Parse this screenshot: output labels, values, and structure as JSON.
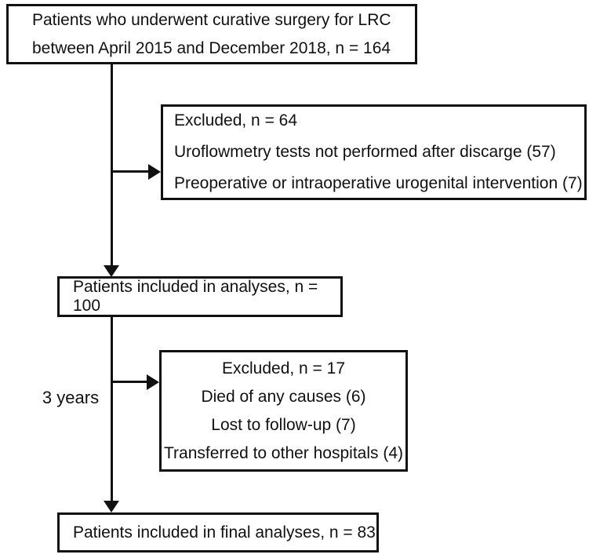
{
  "figure": {
    "background": "#ffffff",
    "line_color": "#111111",
    "boxes": {
      "enrolled": {
        "line1": "Patients who underwent curative surgery for LRC",
        "line2": "between April 2015 and December 2018, n = 164",
        "n": 164
      },
      "excluded1": {
        "title": "Excluded, n = 64",
        "item1": "Uroflowmetry tests not performed after discarge (57)",
        "item2": "Preoperative or intraoperative urogenital intervention (7)",
        "n": 64
      },
      "included": {
        "label": "Patients included in analyses, n = 100",
        "n": 100
      },
      "excluded2": {
        "title": "Excluded, n = 17",
        "item1": "Died of any causes (6)",
        "item2": "Lost to follow-up (7)",
        "item3": "Transferred to other hospitals (4)",
        "n": 17
      },
      "final": {
        "label": "Patients included in final analyses, n = 83",
        "n": 83
      }
    },
    "labels": {
      "followup": "3 years"
    }
  }
}
